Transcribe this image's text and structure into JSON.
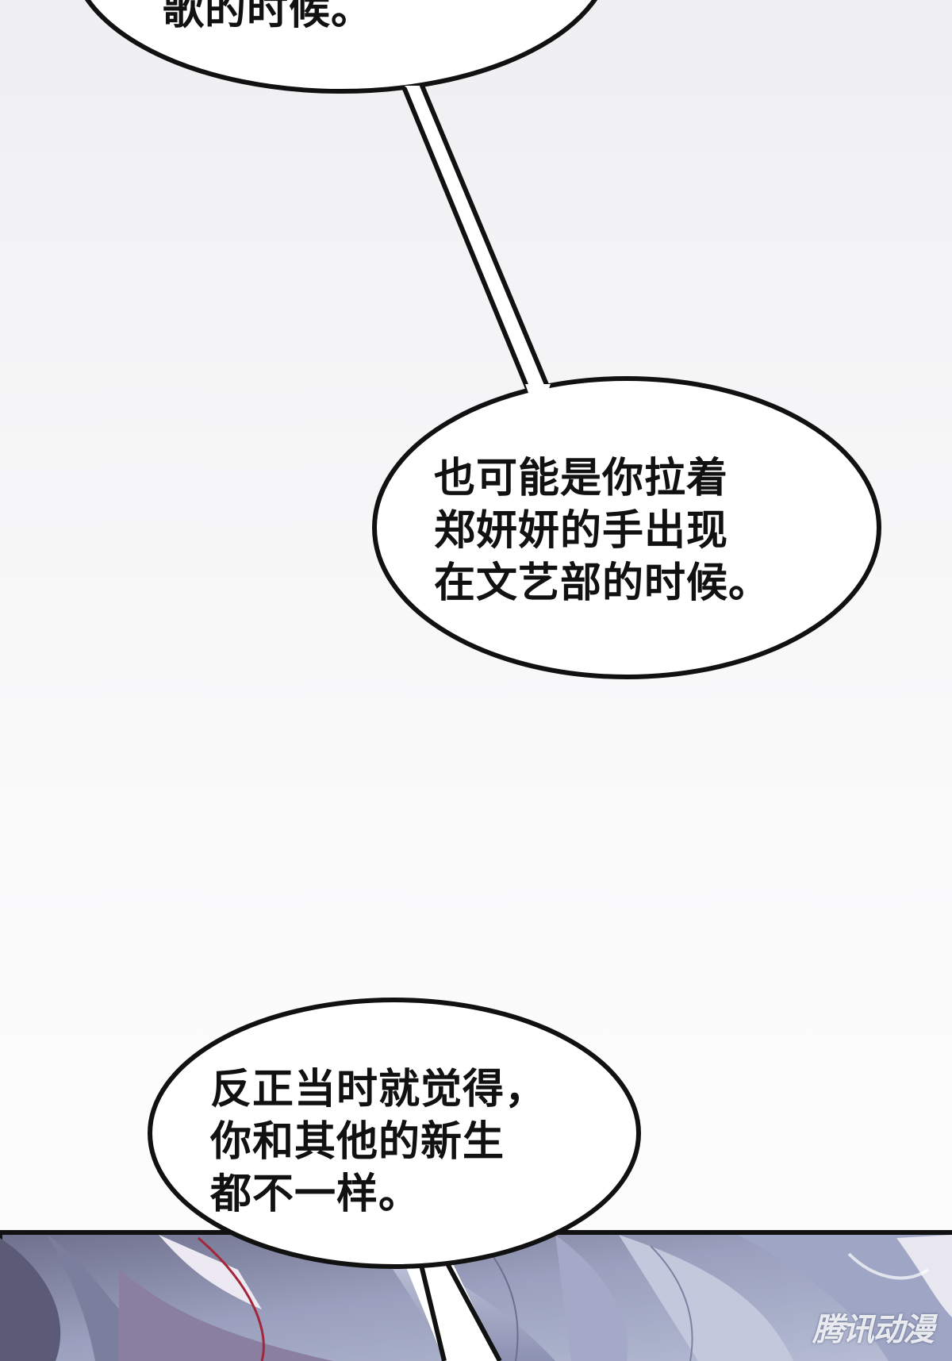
{
  "bubbles": {
    "top": {
      "text": "歌的时候。"
    },
    "middle": {
      "text": "也可能是你拉着\n郑妍妍的手出现\n在文艺部的时候。"
    },
    "bottom": {
      "text": "反正当时就觉得，\n你和其他的新生\n都不一样。"
    }
  },
  "watermark": {
    "text": "腾讯动漫"
  },
  "colors": {
    "background_top": "#efeff2",
    "background_bottom": "#fcfcfd",
    "bubble_fill": "#ffffff",
    "bubble_stroke": "#111111",
    "scene_base": "#8f93ad"
  },
  "icons": {
    "logo": "tencent-comics-logo"
  }
}
